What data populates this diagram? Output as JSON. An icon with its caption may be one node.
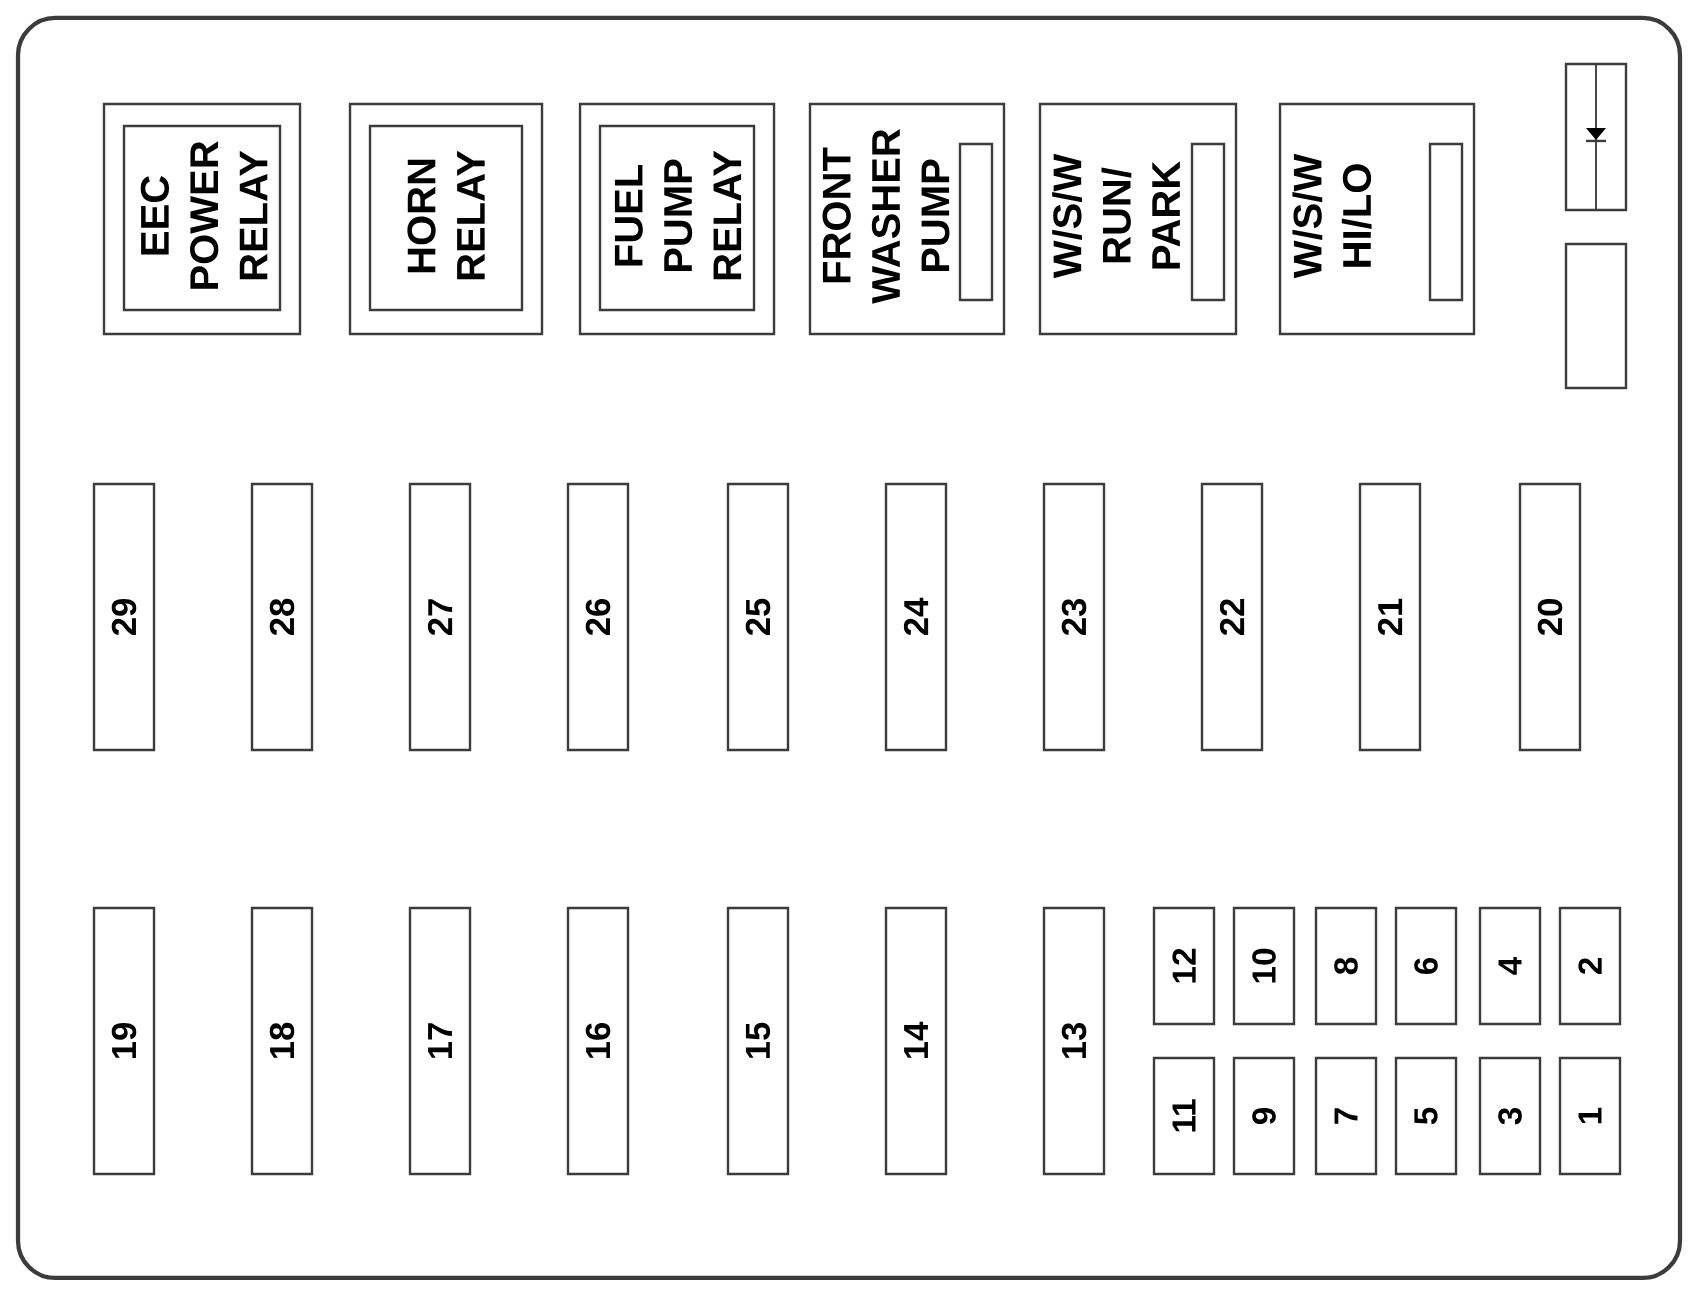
{
  "diagram": {
    "nodes": [
      {
        "text": [
          "EEC POWER RELAY"
        ]
      },
      {
        "text": [
          "HORN RELAY"
        ]
      },
      {
        "text": [
          "FUEL PUMP RELAY"
        ]
      },
      {
        "text": [
          "FRONT WASHER PUMP"
        ]
      },
      {
        "text": [
          "W/S/W RUN/ PARK"
        ]
      },
      {
        "text": [
          "W/S/W HI/LO"
        ]
      },
      {
        "text": [],
        "shape": "box"
      },
      {
        "text": [],
        "shape": "box"
      },
      {
        "text": [
          "29"
        ]
      },
      {
        "text": [
          "28"
        ]
      },
      {
        "text": [
          "27"
        ]
      },
      {
        "text": [
          "26"
        ]
      },
      {
        "text": [
          "25"
        ]
      },
      {
        "text": [
          "24"
        ]
      },
      {
        "text": [
          "23"
        ]
      },
      {
        "text": [
          "22"
        ]
      },
      {
        "text": [
          "21"
        ]
      },
      {
        "text": [
          "20"
        ]
      },
      {
        "text": [
          "19"
        ]
      },
      {
        "text": [
          "18"
        ]
      },
      {
        "text": [
          "17"
        ]
      },
      {
        "text": [
          "16"
        ]
      },
      {
        "text": [
          "15"
        ]
      },
      {
        "text": [
          "14"
        ]
      },
      {
        "text": [
          "13"
        ]
      },
      {
        "text": [
          "12"
        ]
      },
      {
        "text": [
          "10"
        ]
      },
      {
        "text": [
          "8"
        ]
      },
      {
        "text": [
          "6"
        ]
      },
      {
        "text": [
          "4"
        ]
      },
      {
        "text": [
          "2"
        ]
      },
      {
        "text": [
          "11"
        ]
      },
      {
        "text": [
          "9"
        ]
      },
      {
        "text": [
          "7"
        ]
      },
      {
        "text": [
          "5"
        ]
      },
      {
        "text": [
          "3"
        ]
      },
      {
        "text": [
          "1"
        ]
      }
    ],
    "edges": []
  }
}
